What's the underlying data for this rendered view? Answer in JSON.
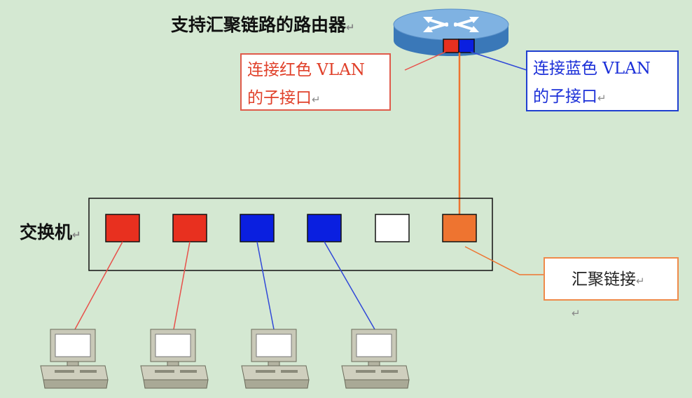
{
  "router": {
    "label": "支持汇聚链路的路由器",
    "label_mark": "↵"
  },
  "switch": {
    "label": "交换机",
    "label_mark": "↵",
    "ports": [
      {
        "color": "#e8301f"
      },
      {
        "color": "#e8301f"
      },
      {
        "color": "#0a1fe0"
      },
      {
        "color": "#0a1fe0"
      },
      {
        "color": "#ffffff"
      },
      {
        "color": "#ee7430"
      }
    ]
  },
  "callouts": {
    "red_vlan": {
      "line1": "连接红色 VLAN",
      "line2": "的子接口",
      "mark": "↵",
      "color": "#e0402a"
    },
    "blue_vlan": {
      "line1": "连接蓝色 VLAN",
      "line2": "的子接口",
      "mark": "↵",
      "color": "#1b2fd8"
    },
    "aggregation": {
      "text": "汇聚链接",
      "mark": "↵ ↵"
    }
  },
  "colors": {
    "background": "#d4e8d2",
    "red_link": "#e8504a",
    "blue_link": "#3048d8",
    "trunk_link": "#ee7430"
  },
  "icons": [
    "router-icon",
    "computer-icon"
  ]
}
